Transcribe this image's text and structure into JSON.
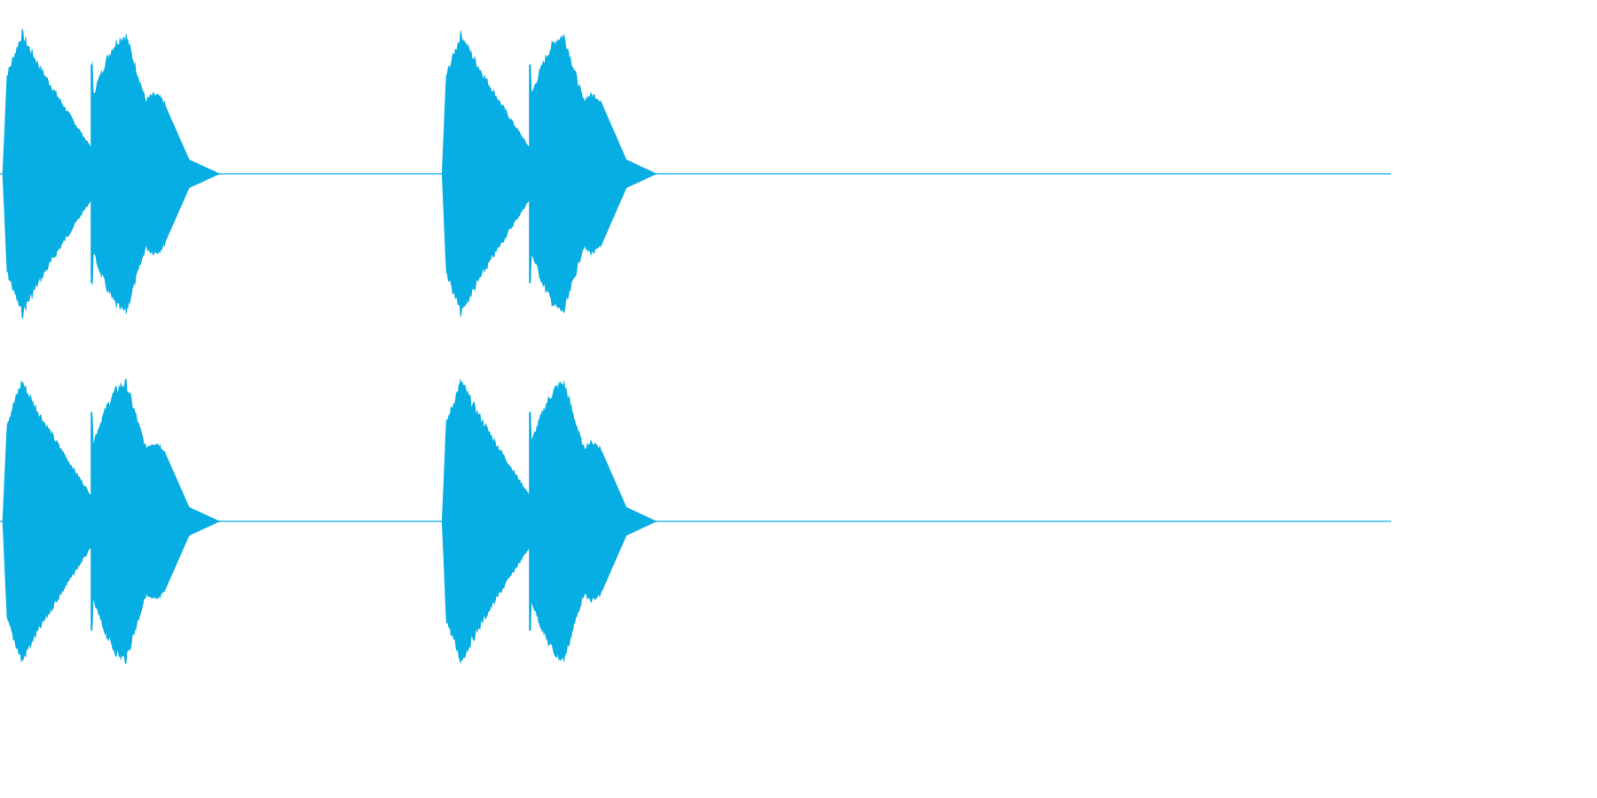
{
  "waveform": {
    "color": "#06aee4",
    "channels": [
      {
        "name": "",
        "bursts": [
          {
            "start": 0.0,
            "mid": 0.0625,
            "end": 0.1514
          },
          {
            "start": 0.3158,
            "mid": 0.3787,
            "end": 0.4654
          }
        ]
      },
      {
        "name": "",
        "bursts": [
          {
            "start": 0.0,
            "mid": 0.0625,
            "end": 0.1514
          },
          {
            "start": 0.3158,
            "mid": 0.3787,
            "end": 0.4654
          }
        ]
      }
    ]
  }
}
